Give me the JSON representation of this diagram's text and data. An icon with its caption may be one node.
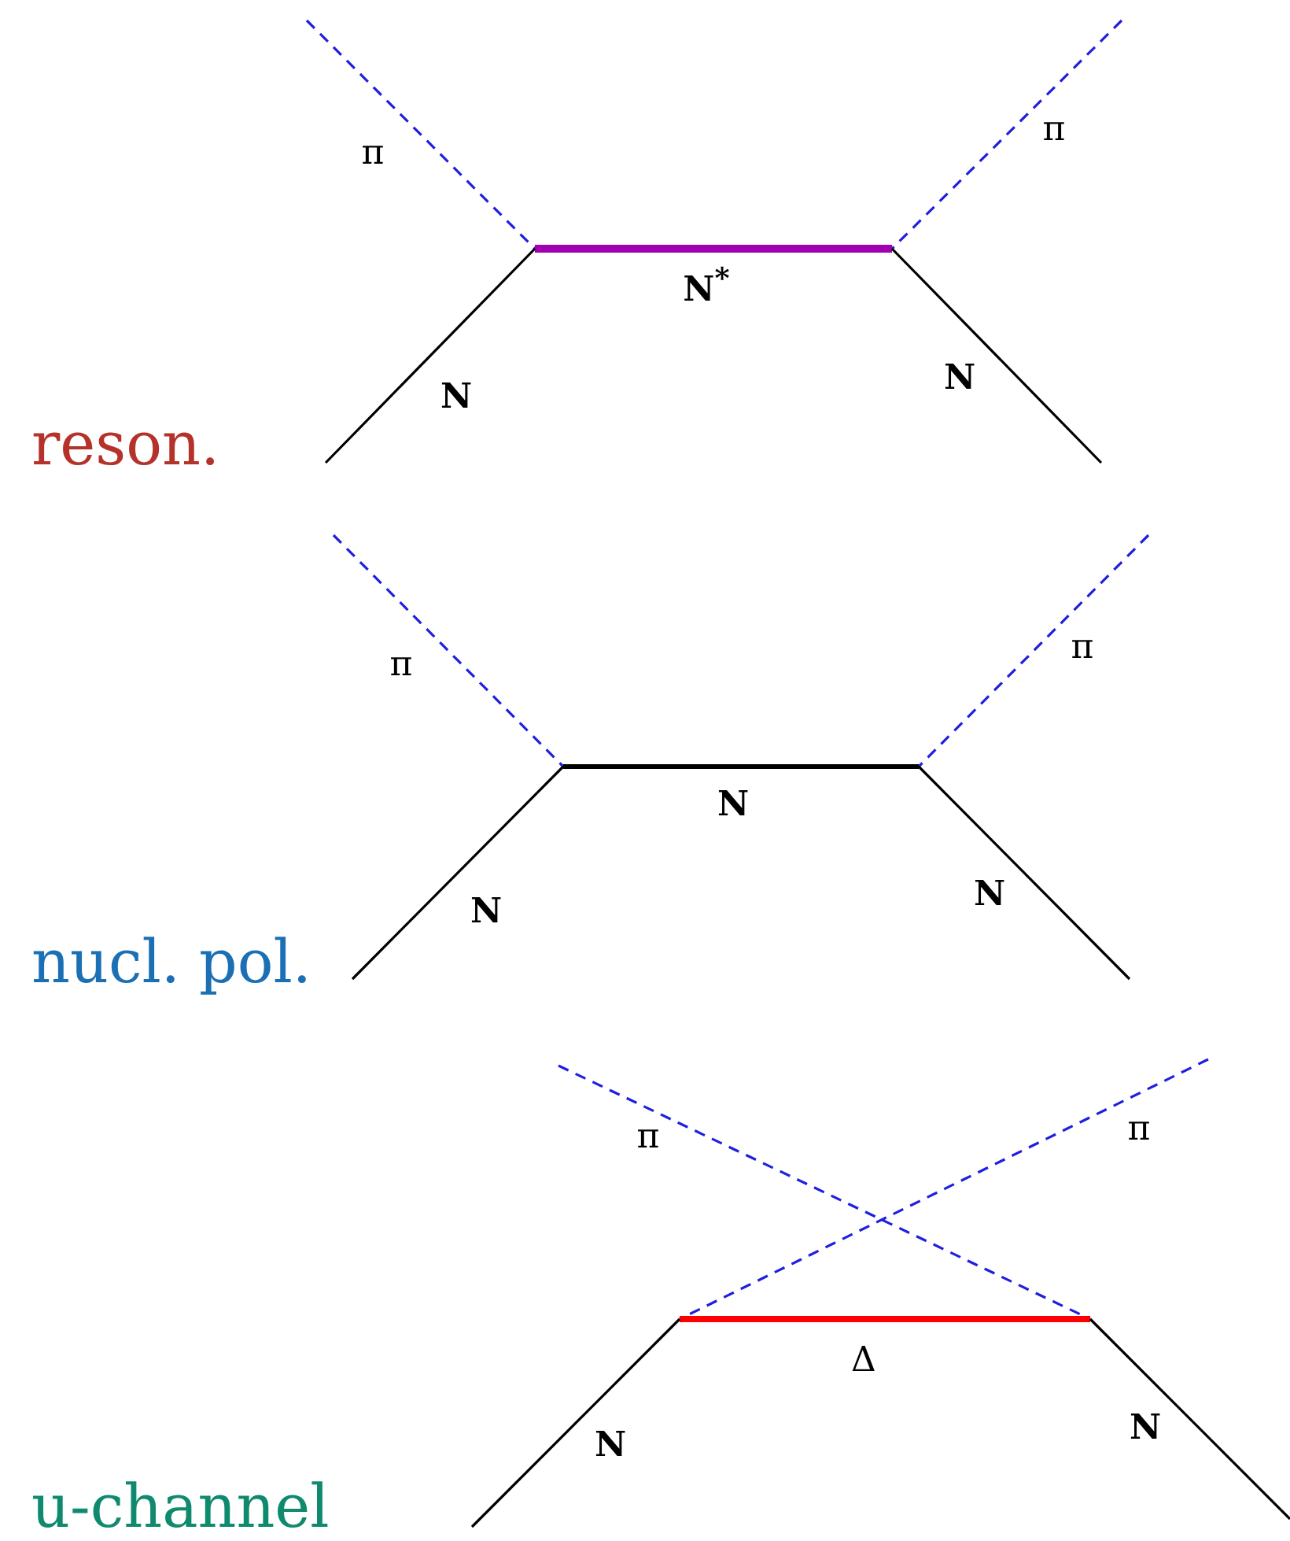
{
  "diagram": {
    "labels": [
      "π",
      "π",
      "N$^{*}$",
      "N",
      "N",
      "reson.",
      "π",
      "π",
      "N",
      "N",
      "N",
      "nucl. pol.",
      "π",
      "π",
      "Δ",
      "N",
      "N",
      "u-channel"
    ]
  }
}
